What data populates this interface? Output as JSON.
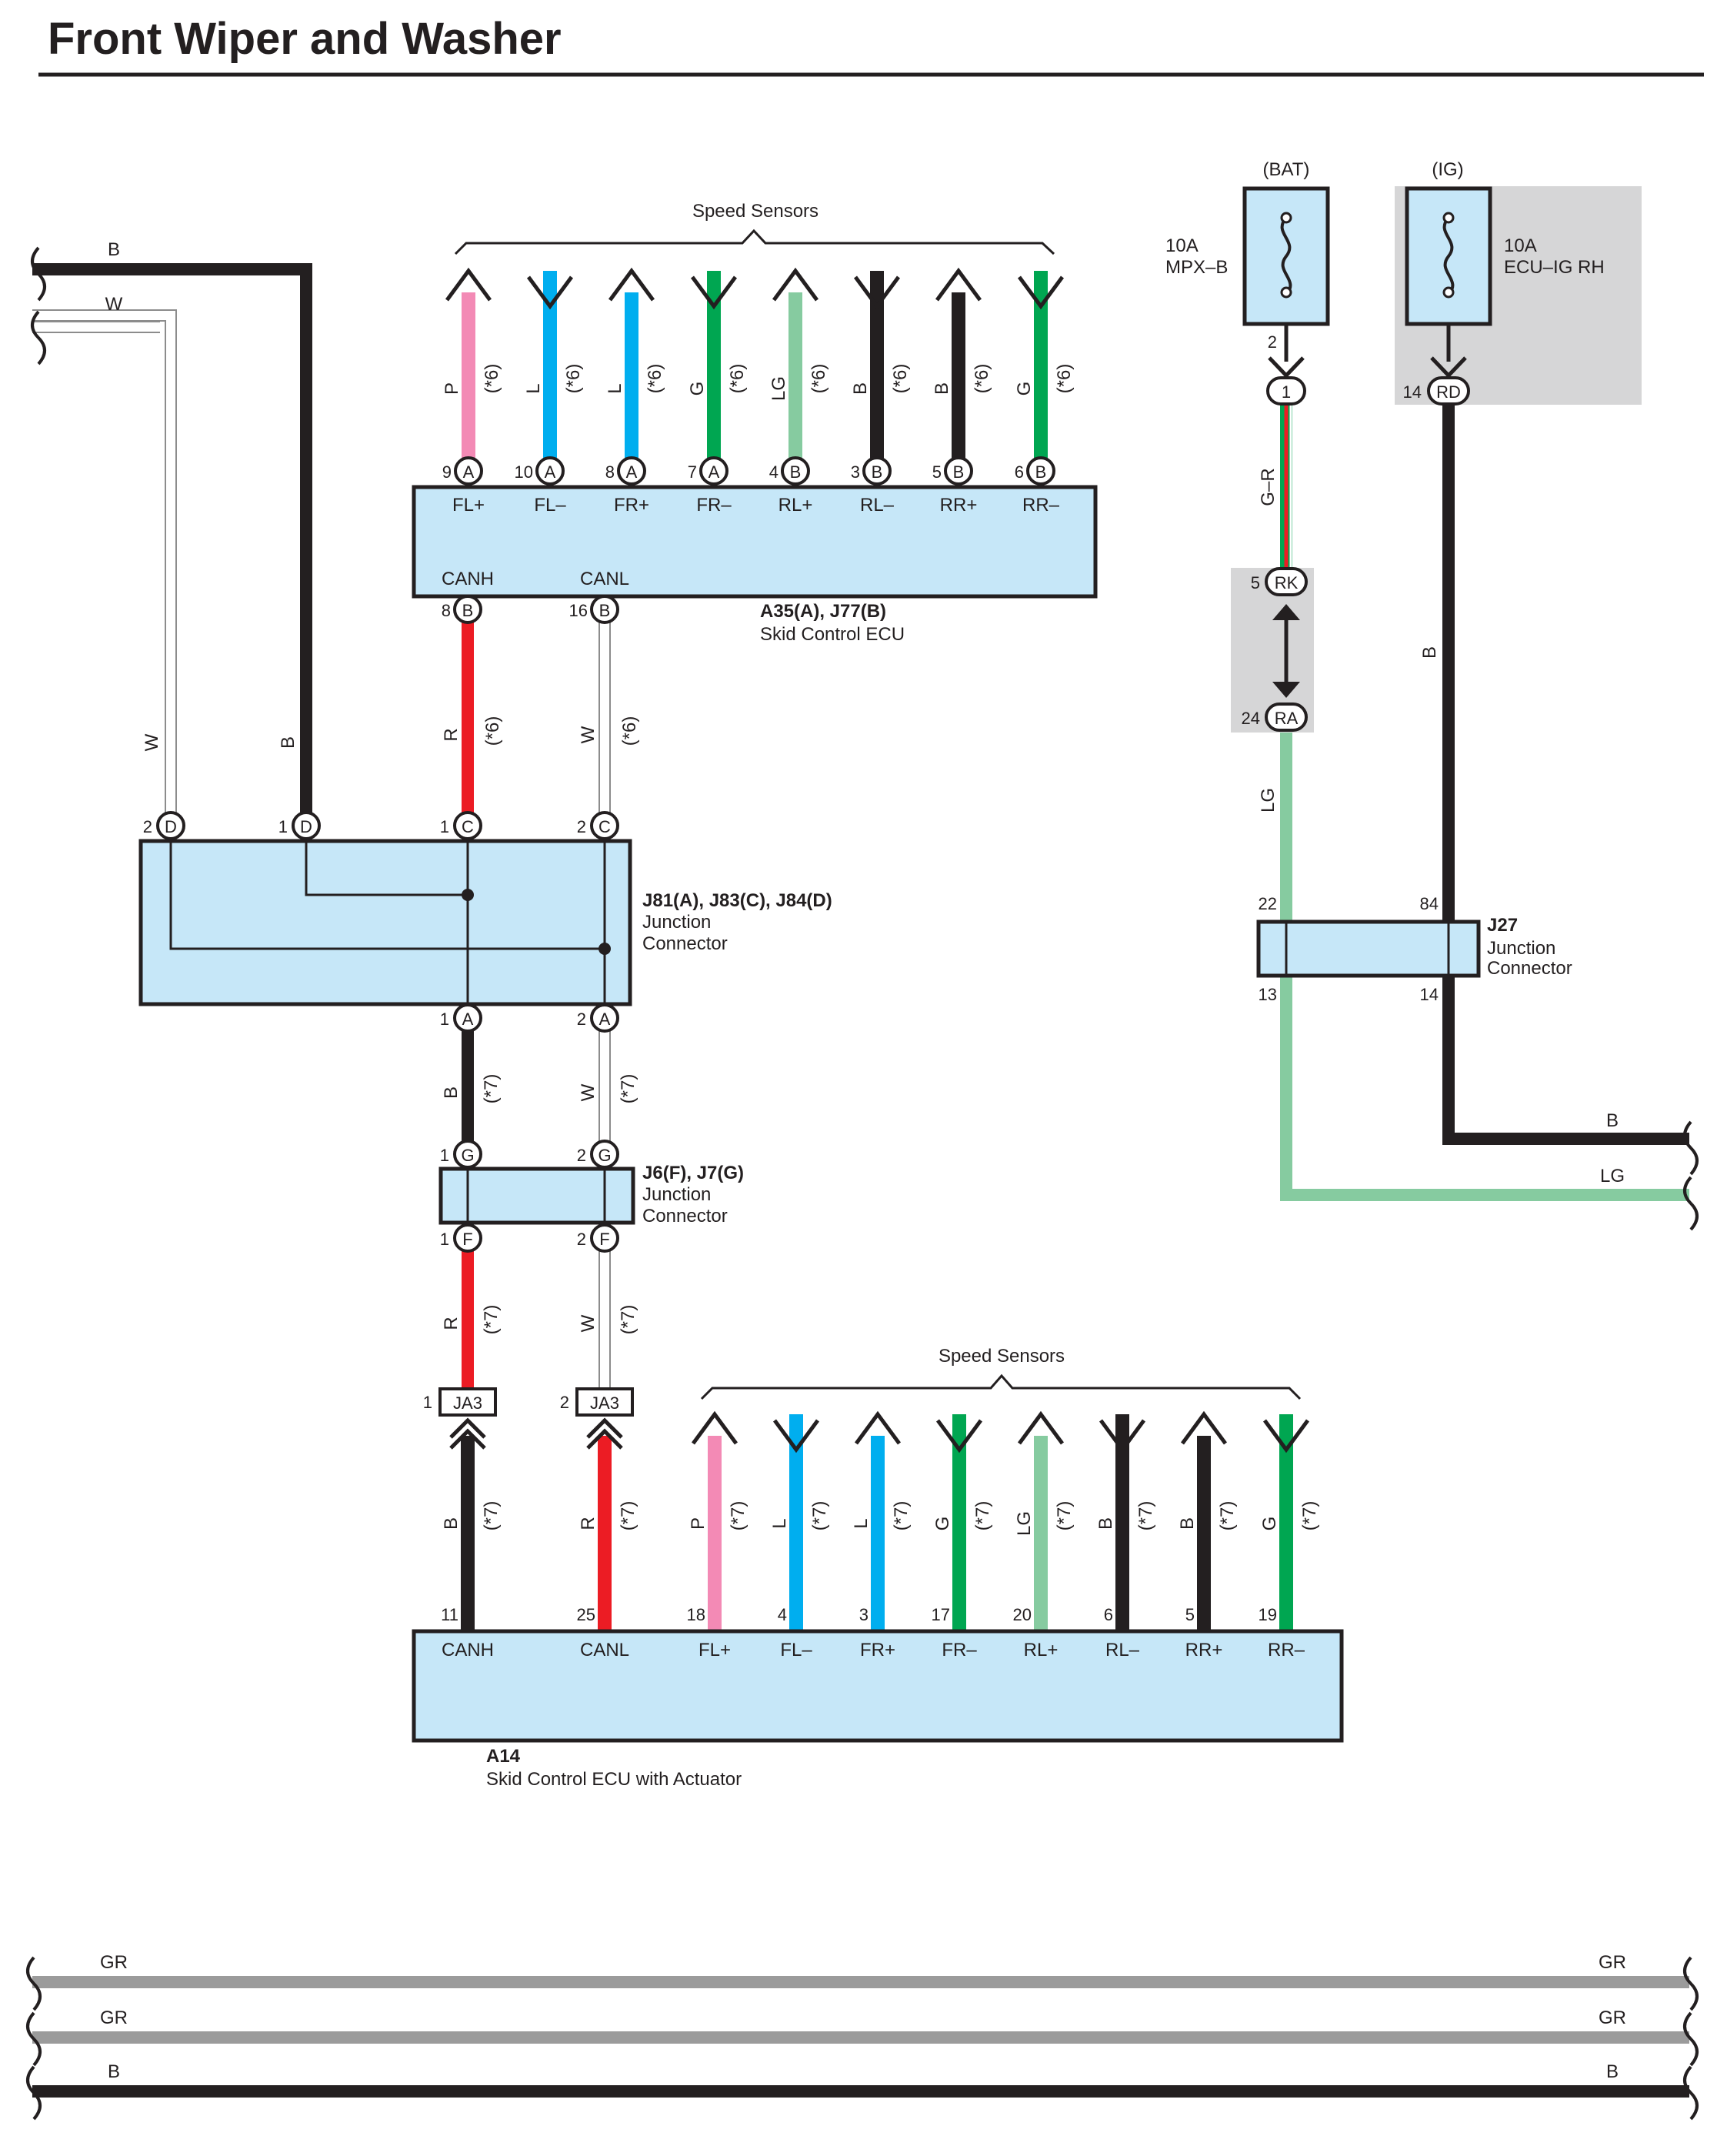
{
  "page": {
    "title": "Front Wiper and Washer"
  },
  "labels": {
    "speed_sensors": "Speed Sensors",
    "bat": "(BAT)",
    "ig": "(IG)",
    "note6": "(*6)",
    "note7": "(*7)"
  },
  "colors": {
    "B": "#231f20",
    "W": "#ffffff",
    "R": "#ec1c24",
    "P": "#f38ab5",
    "L": "#00aeef",
    "G": "#00a651",
    "LG": "#86cba0",
    "GR": "#9b9b9b",
    "connector_fill": "#c6e7f8",
    "shaded": "#d6d6d7"
  },
  "left_bus": {
    "wires": [
      {
        "color": "B"
      },
      {
        "color": "W"
      }
    ]
  },
  "ecu_a35": {
    "ref": "A35(A), J77(B)",
    "name": "Skid Control ECU",
    "pins": [
      {
        "num": "9",
        "conn": "A",
        "func": "FL+",
        "wire": "P",
        "arrow": "up"
      },
      {
        "num": "10",
        "conn": "A",
        "func": "FL–",
        "wire": "L",
        "arrow": "down"
      },
      {
        "num": "8",
        "conn": "A",
        "func": "FR+",
        "wire": "L",
        "arrow": "up"
      },
      {
        "num": "7",
        "conn": "A",
        "func": "FR–",
        "wire": "G",
        "arrow": "down"
      },
      {
        "num": "4",
        "conn": "B",
        "func": "RL+",
        "wire": "LG",
        "arrow": "up"
      },
      {
        "num": "3",
        "conn": "B",
        "func": "RL–",
        "wire": "B",
        "arrow": "down"
      },
      {
        "num": "5",
        "conn": "B",
        "func": "RR+",
        "wire": "B",
        "arrow": "up"
      },
      {
        "num": "6",
        "conn": "B",
        "func": "RR–",
        "wire": "G",
        "arrow": "down"
      }
    ],
    "can": [
      {
        "num": "8",
        "conn": "B",
        "func": "CANH",
        "wire": "R"
      },
      {
        "num": "16",
        "conn": "B",
        "func": "CANL",
        "wire": "W"
      }
    ]
  },
  "junction_j81": {
    "ref": "J81(A), J83(C), J84(D)",
    "name1": "Junction",
    "name2": "Connector",
    "top_pins": [
      {
        "num": "2",
        "conn": "D",
        "wire": "W"
      },
      {
        "num": "1",
        "conn": "D",
        "wire": "B"
      },
      {
        "num": "1",
        "conn": "C",
        "wire": "R"
      },
      {
        "num": "2",
        "conn": "C",
        "wire": "W"
      }
    ],
    "bottom_pins": [
      {
        "num": "1",
        "conn": "A",
        "wire": "B"
      },
      {
        "num": "2",
        "conn": "A",
        "wire": "W"
      }
    ]
  },
  "junction_j6": {
    "ref": "J6(F), J7(G)",
    "name1": "Junction",
    "name2": "Connector",
    "top_pins": [
      {
        "num": "1",
        "conn": "G"
      },
      {
        "num": "2",
        "conn": "G"
      }
    ],
    "bottom_pins": [
      {
        "num": "1",
        "conn": "F",
        "wire": "R"
      },
      {
        "num": "2",
        "conn": "F",
        "wire": "W"
      }
    ]
  },
  "ja3": [
    {
      "num": "1",
      "label": "JA3",
      "wire": "B"
    },
    {
      "num": "2",
      "label": "JA3",
      "wire": "R"
    }
  ],
  "ecu_a14": {
    "ref": "A14",
    "name": "Skid Control ECU with Actuator",
    "pins": [
      {
        "num": "11",
        "func": "CANH",
        "wire": "B"
      },
      {
        "num": "25",
        "func": "CANL",
        "wire": "R"
      },
      {
        "num": "18",
        "func": "FL+",
        "wire": "P",
        "arrow": "up"
      },
      {
        "num": "4",
        "func": "FL–",
        "wire": "L",
        "arrow": "down"
      },
      {
        "num": "3",
        "func": "FR+",
        "wire": "L",
        "arrow": "up"
      },
      {
        "num": "17",
        "func": "FR–",
        "wire": "G",
        "arrow": "down"
      },
      {
        "num": "20",
        "func": "RL+",
        "wire": "LG",
        "arrow": "up"
      },
      {
        "num": "6",
        "func": "RL–",
        "wire": "B",
        "arrow": "down"
      },
      {
        "num": "5",
        "func": "RR+",
        "wire": "B",
        "arrow": "up"
      },
      {
        "num": "19",
        "func": "RR–",
        "wire": "G",
        "arrow": "down"
      }
    ]
  },
  "fuse_bat": {
    "amp": "10A",
    "name": "MPX–B",
    "pin": "2",
    "conn_num": "1",
    "wire": "G–R"
  },
  "fuse_ig": {
    "amp": "10A",
    "name": "ECU–IG RH",
    "pin": "14",
    "conn": "RD",
    "wire": "B"
  },
  "rk": {
    "pin": "5",
    "conn": "RK"
  },
  "ra": {
    "pin": "24",
    "conn": "RA",
    "wire": "LG"
  },
  "j27": {
    "ref": "J27",
    "name1": "Junction",
    "name2": "Connector",
    "pins": {
      "top_left": "22",
      "top_right": "84",
      "bottom_left": "13",
      "bottom_right": "14"
    }
  },
  "right_out": [
    {
      "color": "B"
    },
    {
      "color": "LG"
    }
  ],
  "bottom_bus": [
    {
      "color": "GR"
    },
    {
      "color": "GR"
    },
    {
      "color": "B"
    }
  ]
}
